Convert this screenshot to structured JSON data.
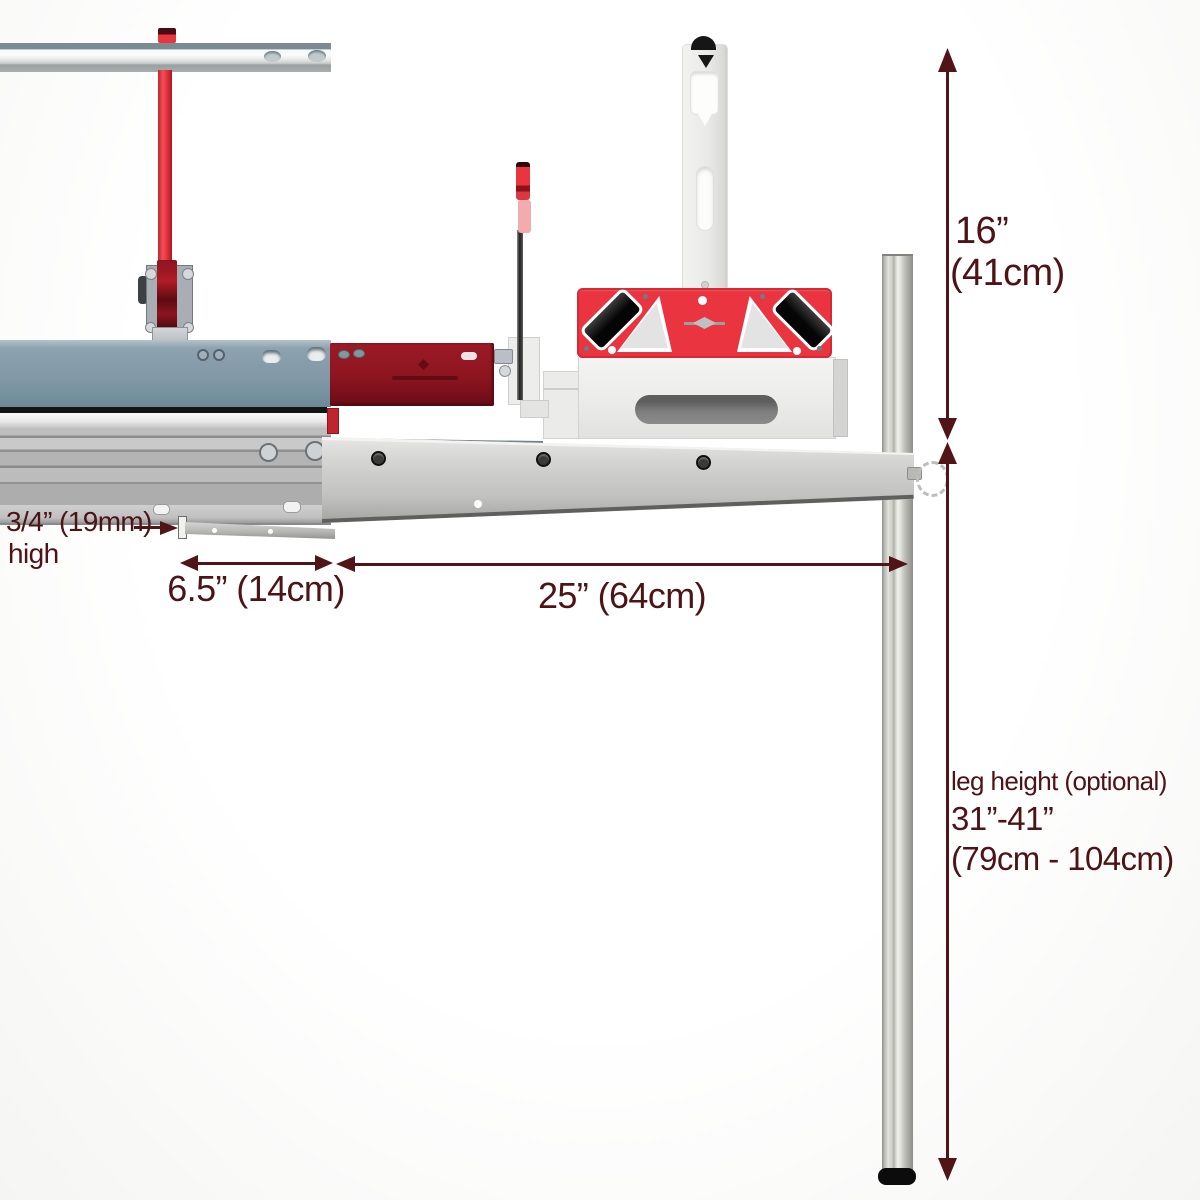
{
  "colors": {
    "dimension_line": "#521517",
    "dimension_text": "#4d1315",
    "accent_red": "#ea3540",
    "dark_red_plate": "#8c1520",
    "aluminum": "#c4c4c2"
  },
  "annotations": {
    "dim16": {
      "inches": "16”",
      "cm": "(41cm)"
    },
    "leg_height": {
      "line1": "leg height (optional)",
      "line2": "31”-41”",
      "line3": "(79cm - 104cm)"
    },
    "lip": {
      "line1": "3/4” (19mm)",
      "line2": "high"
    },
    "dim65": {
      "label": "6.5” (14cm)"
    },
    "dim25": {
      "label": "25” (64cm)"
    }
  }
}
